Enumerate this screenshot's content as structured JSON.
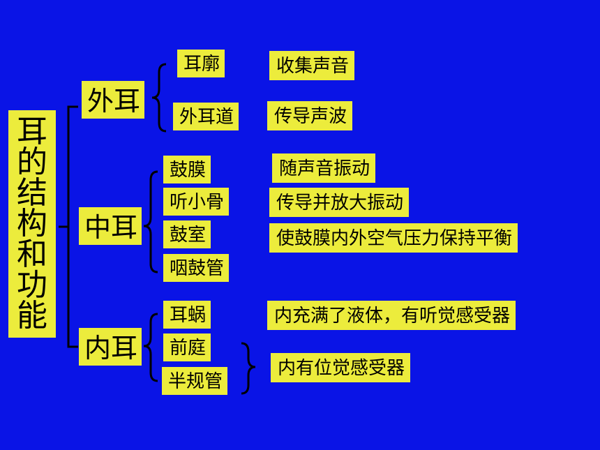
{
  "title": "耳的结构和功能",
  "title_chars": [
    "耳",
    "的",
    "结",
    "构",
    "和",
    "功",
    "能"
  ],
  "sections": {
    "outer": {
      "label": "外耳",
      "parts": [
        {
          "name": "耳廓",
          "function": "收集声音"
        },
        {
          "name": "外耳道",
          "function": "传导声波"
        }
      ]
    },
    "middle": {
      "label": "中耳",
      "parts": [
        {
          "name": "鼓膜",
          "function": "随声音振动"
        },
        {
          "name": "听小骨",
          "function": "传导并放大振动"
        },
        {
          "name": "鼓室",
          "function": "使鼓膜内外空气压力保持平衡"
        },
        {
          "name": "咽鼓管",
          "function": ""
        }
      ]
    },
    "inner": {
      "label": "内耳",
      "parts": [
        {
          "name": "耳蜗",
          "function": "内充满了液体，有听觉感受器"
        },
        {
          "name": "前庭",
          "function": ""
        },
        {
          "name": "半规管",
          "function": ""
        }
      ],
      "shared_function": "内有位觉感受器"
    }
  },
  "colors": {
    "background": "#0a14e6",
    "box": "#ecec3c",
    "text": "#000000"
  }
}
